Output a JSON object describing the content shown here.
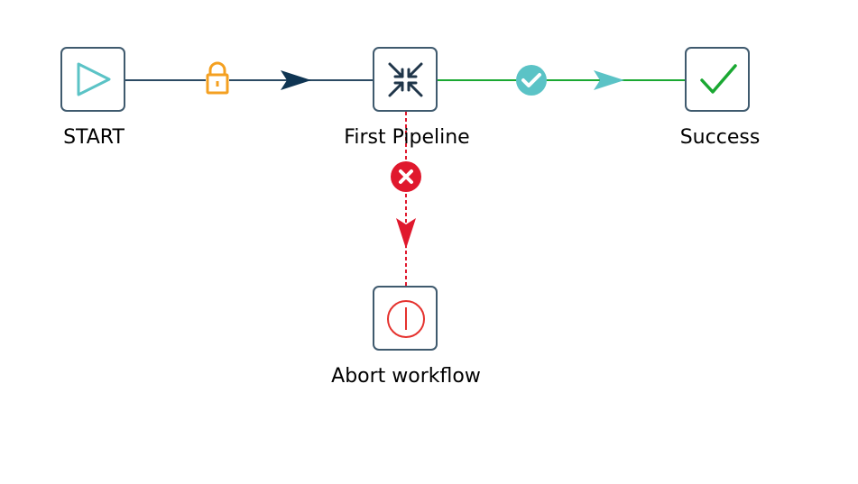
{
  "workflow": {
    "nodes": [
      {
        "id": "start",
        "label": "START",
        "icon": "play-icon"
      },
      {
        "id": "pipeline",
        "label": "First Pipeline",
        "icon": "collapse-arrows-icon"
      },
      {
        "id": "success",
        "label": "Success",
        "icon": "checkmark-icon"
      },
      {
        "id": "abort",
        "label": "Abort workflow",
        "icon": "abort-icon"
      }
    ],
    "hops": [
      {
        "from": "start",
        "to": "pipeline",
        "type": "unconditional",
        "icon": "lock-icon"
      },
      {
        "from": "pipeline",
        "to": "success",
        "type": "success",
        "icon": "check-circle-icon"
      },
      {
        "from": "pipeline",
        "to": "abort",
        "type": "failure",
        "icon": "error-circle-icon"
      }
    ]
  },
  "colors": {
    "node_border": "#3f5a6e",
    "unconditional_hop": "#2b4a63",
    "unconditional_arrow": "#0f3553",
    "lock": "#f4a021",
    "success_hop": "#1aa832",
    "success_arrow": "#5bc3c6",
    "success_badge": "#5bc3c6",
    "failure_hop": "#e0182d",
    "start_icon": "#5bc3c6",
    "pipeline_icon": "#20364a",
    "success_icon": "#1aa832",
    "abort_icon": "#e5322e"
  }
}
